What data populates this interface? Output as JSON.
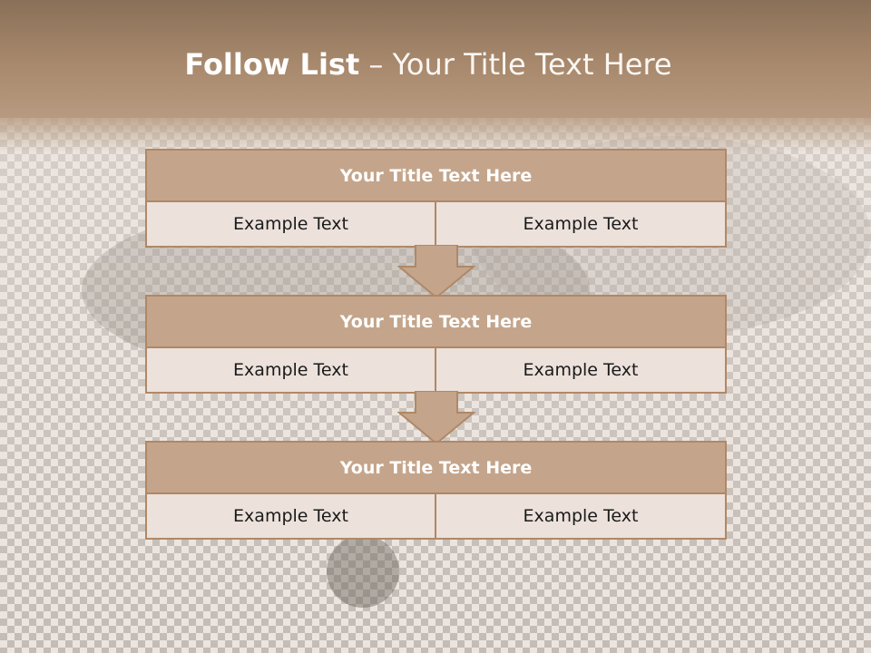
{
  "slide": {
    "title_bold": "Follow List",
    "title_rest": "– Your Title Text Here"
  },
  "blocks": [
    {
      "title": "Your Title Text Here",
      "cells": [
        "Example Text",
        "Example Text"
      ]
    },
    {
      "title": "Your Title Text Here",
      "cells": [
        "Example Text",
        "Example Text"
      ]
    },
    {
      "title": "Your Title Text Here",
      "cells": [
        "Example Text",
        "Example Text"
      ]
    }
  ],
  "colors": {
    "header_brown": "#a8896d",
    "block_title_fill": "#c4a58b",
    "block_border": "#b08866",
    "cell_fill": "#ece1db",
    "arrow_fill": "#c4a58b"
  }
}
